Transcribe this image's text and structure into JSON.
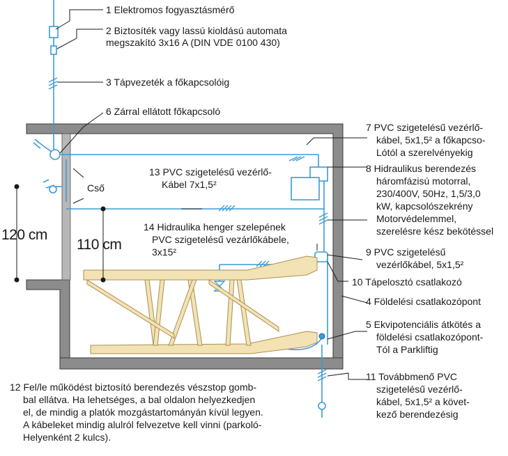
{
  "labels": {
    "l1": "1 Elektromos fogyasztásmérő",
    "l2a": "2 Biztosíték vagy lassú kioldású automata",
    "l2b": "megszakító 3x16 A (DIN VDE 0100 430)",
    "l3": "3 Tápvezeték a főkapcsolóig",
    "l6": "6 Zárral ellátott főkapcsoló",
    "l7a": "7 PVC szigetelésű vezérlő-",
    "l7b": "kábel, 5x1,5² a főkapcso-",
    "l7c": "Lótól a szerelvényekig",
    "l8a": "8 Hidraulikus berendezés",
    "l8b": "háromfázisú motorral,",
    "l8c": "230/400V, 50Hz, 1,5/3,0",
    "l8d": "kW, kapcsolószekrény",
    "l8e": "Motorvédelemmel,",
    "l8f": "szerelésre kész bekötéssel",
    "l13a": "13 PVC szigetelésű vezérlő-",
    "l13b": "Kábel 7x1,5²",
    "cso": "Cső",
    "l14a": "14 Hidraulika henger szelepének",
    "l14b": "PVC szigetelésű vezárlőkábele,",
    "l14c": "3x15²",
    "l9a": "9 PVC szigetelésű",
    "l9b": "vezérlőkábel, 5x1,5²",
    "l10": "10 Tápelosztó csatlakozó",
    "l4": "4 Földelési csatlakozópont",
    "l5a": "5 Ekvipotenciális átkötés a",
    "l5b": "földelési csatlakozópont-",
    "l5c": "Tól a Parkliftig",
    "l11a": "11 Továbbmenő PVC",
    "l11b": "szigetelésű vezérlő-",
    "l11c": "kábel, 5x1,5² a követ-",
    "l11d": "kező berendezésig",
    "l12a": "12 Fel/le működést biztosító berendezés vészstop gomb-",
    "l12b": "bal ellátva. Ha lehetséges, a bal oldalon helyezkedjen",
    "l12c": "el, de mindig a platók mozgástartományán kívül legyen.",
    "l12d": "A kábeleket mindig alulról felvezetve kell vinni (parkoló-",
    "l12e": "Helyenként 2 kulcs).",
    "h120": "120 cm",
    "h110": "110 cm"
  },
  "colors": {
    "wall": "#8c8c8c",
    "wall_edge": "#3a3a3a",
    "cable": "#3a9bd6",
    "wood": "#f3e2b3",
    "wood_edge": "#a98f55",
    "text": "#1a1a1a"
  }
}
